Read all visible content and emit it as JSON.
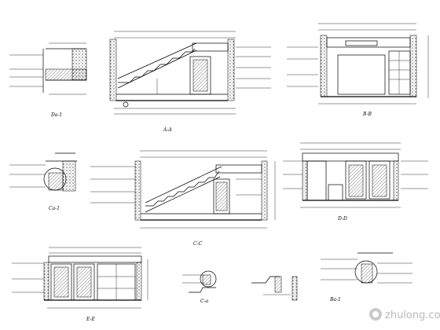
{
  "drawing": {
    "captions": {
      "detail_a": "Da-1",
      "elevation_1": "A-A",
      "elevation_2": "B-B",
      "detail_b": "Ca-1",
      "elevation_3": "C-C",
      "elevation_4": "D-D",
      "elevation_5": "E-E",
      "detail_c": "C-a",
      "detail_d": "Ba-1"
    }
  },
  "watermark": {
    "text": "zhulong.com",
    "icon": "zhulong-logo-icon"
  }
}
